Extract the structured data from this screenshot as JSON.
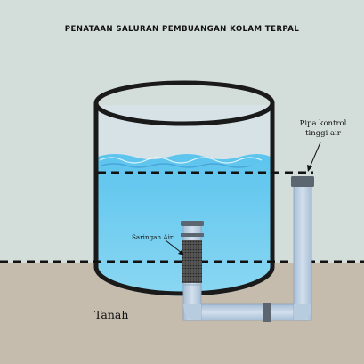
{
  "title": "PENATAAN SALURAN PEMBUANGAN KOLAM TERPAL",
  "labels": {
    "pipa_line1": "Pipa kontrol",
    "pipa_line2": "tinggi air",
    "saringan": "Saringan Air",
    "tanah": "Tanah"
  },
  "colors": {
    "background": "#d3ddd9",
    "ground": "#c6bcae",
    "water": "#7fd0ee",
    "water_surface": "#2f9fdc",
    "pipe": "#b8cce0",
    "pipe_cap": "#5c6670",
    "outline": "#1a1a1a"
  }
}
